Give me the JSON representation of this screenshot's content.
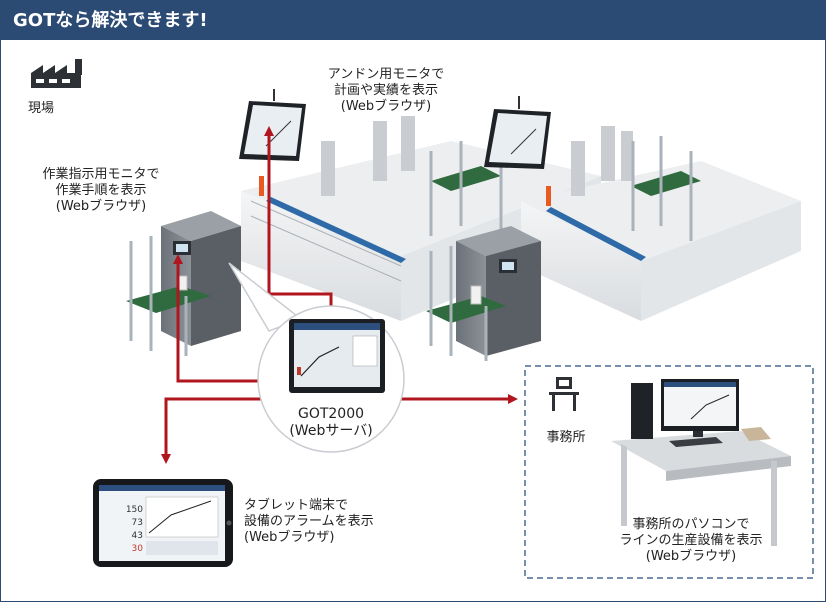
{
  "header": {
    "title": "GOTなら解決できます!"
  },
  "factory": {
    "label": "現場",
    "icon": "factory-icon"
  },
  "andon": {
    "line1": "アンドン用モニタで",
    "line2": "計画や実績を表示",
    "line3": "(Webブラウザ)"
  },
  "work_monitor": {
    "line1": "作業指示用モニタで",
    "line2": "作業手順を表示",
    "line3": "(Webブラウザ)"
  },
  "got": {
    "line1": "GOT2000",
    "line2": "(Webサーバ)"
  },
  "tablet": {
    "line1": "タブレット端末で",
    "line2": "設備のアラームを表示",
    "line3": "(Webブラウザ)",
    "values": [
      "150",
      "73",
      "43",
      "30"
    ]
  },
  "office": {
    "label": "事務所",
    "icon": "desk-pc-icon",
    "line1": "事務所のパソコンで",
    "line2": "ラインの生産設備を表示",
    "line3": "(Webブラウザ)"
  },
  "colors": {
    "header_bg": "#2b4a74",
    "arrow": "#b0161e",
    "office_border": "#4a6a90",
    "bench_green": "#2f6b3e"
  }
}
